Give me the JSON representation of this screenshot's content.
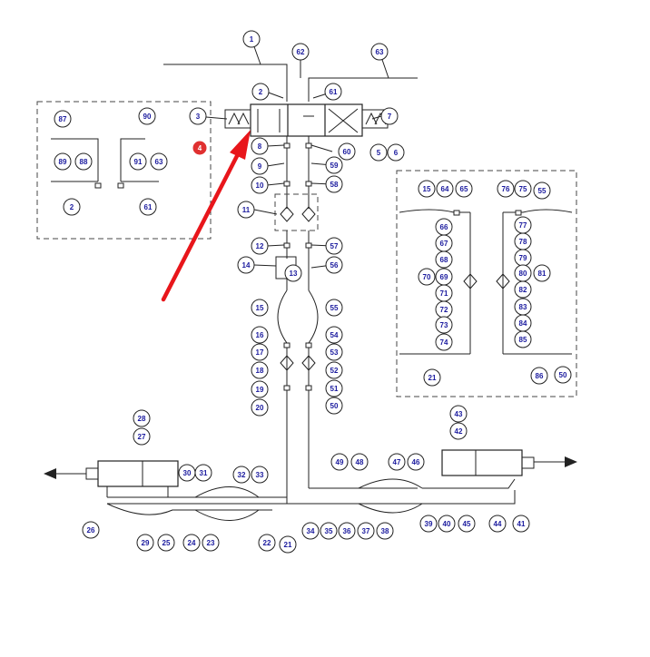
{
  "diagram": {
    "callouts": [
      {
        "id": "c1",
        "label": "1"
      },
      {
        "id": "c2",
        "label": "2"
      },
      {
        "id": "c3",
        "label": "3"
      },
      {
        "id": "c4",
        "label": "4",
        "highlight": true
      },
      {
        "id": "c5",
        "label": "5"
      },
      {
        "id": "c6",
        "label": "6"
      },
      {
        "id": "c7",
        "label": "7"
      },
      {
        "id": "c8",
        "label": "8"
      },
      {
        "id": "c9",
        "label": "9"
      },
      {
        "id": "c10",
        "label": "10"
      },
      {
        "id": "c11",
        "label": "11"
      },
      {
        "id": "c12",
        "label": "12"
      },
      {
        "id": "c13",
        "label": "13"
      },
      {
        "id": "c14",
        "label": "14"
      },
      {
        "id": "c15",
        "label": "15"
      },
      {
        "id": "c16",
        "label": "16"
      },
      {
        "id": "c17",
        "label": "17"
      },
      {
        "id": "c18",
        "label": "18"
      },
      {
        "id": "c19",
        "label": "19"
      },
      {
        "id": "c20",
        "label": "20"
      },
      {
        "id": "c21",
        "label": "21"
      },
      {
        "id": "c22",
        "label": "22"
      },
      {
        "id": "c23",
        "label": "23"
      },
      {
        "id": "c24",
        "label": "24"
      },
      {
        "id": "c25",
        "label": "25"
      },
      {
        "id": "c26",
        "label": "26"
      },
      {
        "id": "c27",
        "label": "27"
      },
      {
        "id": "c28",
        "label": "28"
      },
      {
        "id": "c29",
        "label": "29"
      },
      {
        "id": "c30",
        "label": "30"
      },
      {
        "id": "c31",
        "label": "31"
      },
      {
        "id": "c32",
        "label": "32"
      },
      {
        "id": "c33",
        "label": "33"
      },
      {
        "id": "c34",
        "label": "34"
      },
      {
        "id": "c35",
        "label": "35"
      },
      {
        "id": "c36",
        "label": "36"
      },
      {
        "id": "c37",
        "label": "37"
      },
      {
        "id": "c38",
        "label": "38"
      },
      {
        "id": "c39",
        "label": "39"
      },
      {
        "id": "c40",
        "label": "40"
      },
      {
        "id": "c41",
        "label": "41"
      },
      {
        "id": "c42",
        "label": "42"
      },
      {
        "id": "c43",
        "label": "43"
      },
      {
        "id": "c44",
        "label": "44"
      },
      {
        "id": "c45",
        "label": "45"
      },
      {
        "id": "c46",
        "label": "46"
      },
      {
        "id": "c47",
        "label": "47"
      },
      {
        "id": "c48",
        "label": "48"
      },
      {
        "id": "c49",
        "label": "49"
      },
      {
        "id": "c50",
        "label": "50"
      },
      {
        "id": "c51",
        "label": "51"
      },
      {
        "id": "c52",
        "label": "52"
      },
      {
        "id": "c53",
        "label": "53"
      },
      {
        "id": "c54",
        "label": "54"
      },
      {
        "id": "c55",
        "label": "55"
      },
      {
        "id": "c56",
        "label": "56"
      },
      {
        "id": "c57",
        "label": "57"
      },
      {
        "id": "c58",
        "label": "58"
      },
      {
        "id": "c59",
        "label": "59"
      },
      {
        "id": "c60",
        "label": "60"
      },
      {
        "id": "c61",
        "label": "61"
      },
      {
        "id": "c62",
        "label": "62"
      },
      {
        "id": "c63",
        "label": "63"
      },
      {
        "id": "c87",
        "label": "87"
      },
      {
        "id": "c90",
        "label": "90"
      },
      {
        "id": "c89",
        "label": "89"
      },
      {
        "id": "c88",
        "label": "88"
      },
      {
        "id": "c91",
        "label": "91"
      },
      {
        "id": "c63b",
        "label": "63"
      },
      {
        "id": "c2b",
        "label": "2"
      },
      {
        "id": "c61b",
        "label": "61"
      },
      {
        "id": "c15b",
        "label": "15"
      },
      {
        "id": "c64",
        "label": "64"
      },
      {
        "id": "c65",
        "label": "65"
      },
      {
        "id": "c66",
        "label": "66"
      },
      {
        "id": "c67",
        "label": "67"
      },
      {
        "id": "c68",
        "label": "68"
      },
      {
        "id": "c69",
        "label": "69"
      },
      {
        "id": "c70",
        "label": "70"
      },
      {
        "id": "c71",
        "label": "71"
      },
      {
        "id": "c72",
        "label": "72"
      },
      {
        "id": "c73",
        "label": "73"
      },
      {
        "id": "c74",
        "label": "74"
      },
      {
        "id": "c21b",
        "label": "21"
      },
      {
        "id": "c76",
        "label": "76"
      },
      {
        "id": "c75",
        "label": "75"
      },
      {
        "id": "c55b",
        "label": "55"
      },
      {
        "id": "c77",
        "label": "77"
      },
      {
        "id": "c78",
        "label": "78"
      },
      {
        "id": "c79",
        "label": "79"
      },
      {
        "id": "c80",
        "label": "80"
      },
      {
        "id": "c81",
        "label": "81"
      },
      {
        "id": "c82",
        "label": "82"
      },
      {
        "id": "c83",
        "label": "83"
      },
      {
        "id": "c84",
        "label": "84"
      },
      {
        "id": "c85",
        "label": "85"
      },
      {
        "id": "c86",
        "label": "86"
      },
      {
        "id": "c50b",
        "label": "50"
      }
    ],
    "highlight_color": "#e03030",
    "callout_text_color": "#1a1a9e"
  }
}
